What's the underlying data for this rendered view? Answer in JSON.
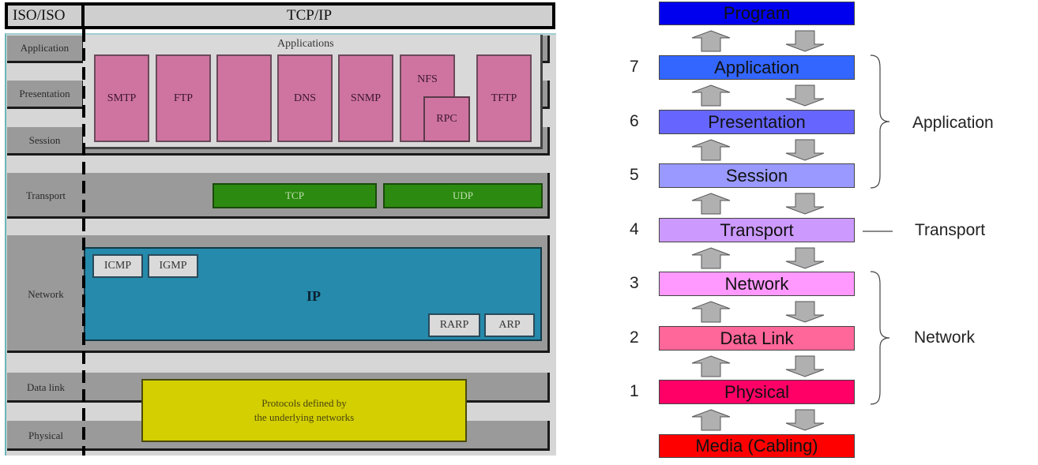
{
  "left_diagram": {
    "header": {
      "iso_label": "ISO/ISO",
      "tcpip_label": "TCP/IP"
    },
    "osi_layers": [
      "Application",
      "Presentation",
      "Session",
      "Transport",
      "Network",
      "Data link",
      "Physical"
    ],
    "applications": {
      "title": "Applications",
      "protocols": [
        "SMTP",
        "FTP",
        "",
        "DNS",
        "SNMP",
        "NFS",
        "TFTP"
      ],
      "nested_protocol": "RPC"
    },
    "transport": {
      "protocols": [
        "TCP",
        "UDP"
      ]
    },
    "network": {
      "main_protocol": "IP",
      "top_protocols": [
        "ICMP",
        "IGMP"
      ],
      "bottom_protocols": [
        "RARP",
        "ARP"
      ]
    },
    "link": {
      "text_line1": "Protocols defined by",
      "text_line2": "the underlying networks"
    },
    "colors": {
      "application_box": "#cf74a0",
      "transport_box": "#2c8a10",
      "ip_box": "#258aab",
      "link_box": "#d3cf00",
      "layer_band": "#9a9a9a"
    }
  },
  "right_diagram": {
    "top_box": {
      "label": "Program",
      "color": "#0000ee"
    },
    "bottom_box": {
      "label": "Media (Cabling)",
      "color": "#ff0000"
    },
    "layers": [
      {
        "number": "7",
        "label": "Application",
        "color": "#3366ff"
      },
      {
        "number": "6",
        "label": "Presentation",
        "color": "#6666ff"
      },
      {
        "number": "5",
        "label": "Session",
        "color": "#9999ff"
      },
      {
        "number": "4",
        "label": "Transport",
        "color": "#cc99ff"
      },
      {
        "number": "3",
        "label": "Network",
        "color": "#ff99ff"
      },
      {
        "number": "2",
        "label": "Data Link",
        "color": "#ff6699"
      },
      {
        "number": "1",
        "label": "Physical",
        "color": "#ff0066"
      }
    ],
    "groups": [
      {
        "label": "Application",
        "connector": "brace"
      },
      {
        "label": "Transport",
        "connector": "line"
      },
      {
        "label": "Network",
        "connector": "brace"
      }
    ],
    "arrow_color": "#b0b0b0"
  }
}
